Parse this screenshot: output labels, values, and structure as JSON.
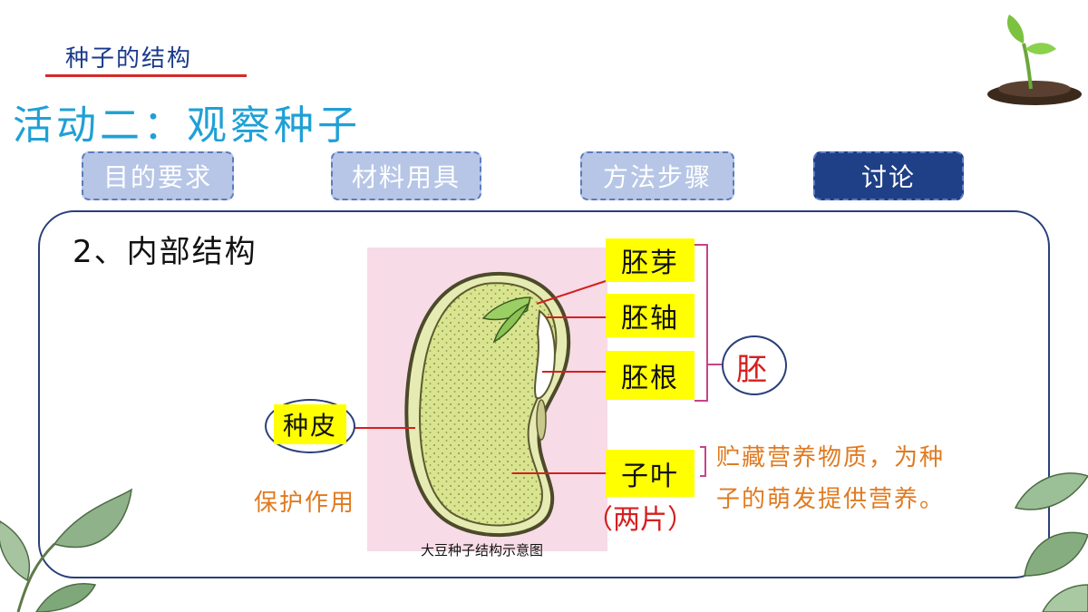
{
  "header": {
    "title": "种子的结构"
  },
  "activity_title": "活动二：观察种子",
  "tabs": [
    {
      "label": "目的要求",
      "active": false
    },
    {
      "label": "材料用具",
      "active": false
    },
    {
      "label": "方法步骤",
      "active": false
    },
    {
      "label": "讨论",
      "active": true
    }
  ],
  "section_title": "2、内部结构",
  "diagram": {
    "caption": "大豆种子结构示意图",
    "labels": {
      "plumule": "胚芽",
      "hypocotyl": "胚轴",
      "radicle": "胚根",
      "cotyledon": "子叶",
      "cotyledon_note": "（两片）",
      "seed_coat": "种皮",
      "embryo": "胚"
    },
    "notes": {
      "seed_coat_function": "保护作用",
      "cotyledon_function_line1": "贮藏营养物质，为种",
      "cotyledon_function_line2": "子的萌发提供营养。"
    }
  },
  "colors": {
    "accent_blue": "#1fa0d6",
    "navy": "#1f3f86",
    "highlight_yellow": "#ffff00",
    "red": "#d42020",
    "orange": "#e07a20"
  },
  "icons": [
    "sprout-icon",
    "leaf-left-icon",
    "leaf-right-icon"
  ]
}
